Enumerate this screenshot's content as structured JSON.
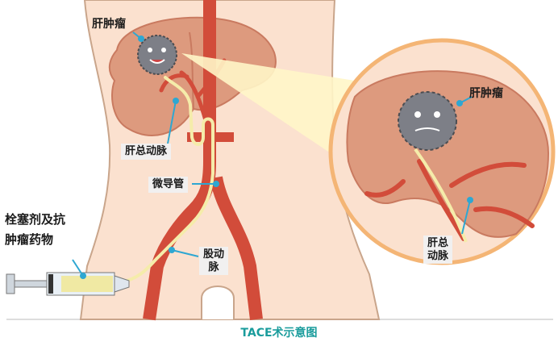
{
  "labels": {
    "tumor_main": "肝肿瘤",
    "hepatic_artery_main": "肝总动脉",
    "microcatheter": "微导管",
    "femoral_artery_line1": "股动",
    "femoral_artery_line2": "脉",
    "drug_line1": "栓塞剂及抗",
    "drug_line2": "肿瘤药物",
    "tumor_zoom": "肝肿瘤",
    "hepatic_artery_zoom_line1": "肝总",
    "hepatic_artery_zoom_line2": "动脉"
  },
  "caption": "TACE术示意图",
  "colors": {
    "skin": "#fbe1cf",
    "skin_outline": "#c9a58b",
    "liver": "#dd9a7e",
    "liver_dark": "#c97a60",
    "artery": "#d24c3a",
    "catheter": "#f5ecaa",
    "pointer": "#2ea7d2",
    "zoom_ring": "#f4b575",
    "tumor": "#7d7f87",
    "caption": "#1a9c9c"
  }
}
